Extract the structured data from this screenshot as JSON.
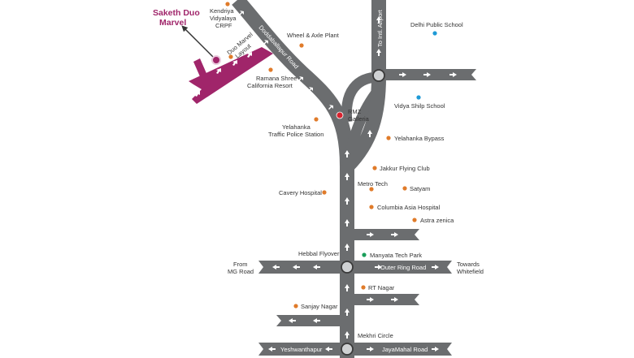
{
  "project": {
    "name_line1": "Saketh Duo",
    "name_line2": "Marvel",
    "layout_label_line1": "Duo Marvel",
    "layout_label_line2": "Layout"
  },
  "roads": {
    "doddaballapur": "Doddaballapur Road",
    "intl_airport": "To Intl. Airport",
    "outer_ring": "Outer Ring Road",
    "yeshwanthapur": "Yeshwanthapur",
    "jayamahal": "JayaMahal Road"
  },
  "junctions": {
    "hebbal": "Hebbal Flyover",
    "mekhri": "Mekhri Circle"
  },
  "directions": {
    "from_mg_line1": "From",
    "from_mg_line2": "MG Road",
    "towards_line1": "Towards",
    "towards_line2": "Whitefield"
  },
  "places": {
    "kendriya_1": "Kendriya",
    "kendriya_2": "Vidyalaya",
    "kendriya_3": "CRPF",
    "wheel_axle": "Wheel & Axle Plant",
    "delhi_public": "Delhi Public School",
    "ramana_1": "Ramana Shree",
    "ramana_2": "California Resort",
    "vidya_shilp": "Vidya Shilp School",
    "rmz_1": "RMZ",
    "rmz_2": "Galleria",
    "traffic_1": "Yelahanka",
    "traffic_2": "Traffic Police Station",
    "yelahanka_bypass": "Yelahanka Bypass",
    "jakkur": "Jakkur Flying Club",
    "metro_tech": "Metro Tech",
    "satyam": "Satyam",
    "cavery": "Cavery Hospital",
    "columbia": "Columbia Asia Hospital",
    "astra": "Astra zenica",
    "manyata": "Manyata Tech Park",
    "rt_nagar": "RT Nagar",
    "sanjay_nagar": "Sanjay Nagar"
  },
  "colors": {
    "road": "#6b6d6f",
    "project_road": "#a0256a",
    "landmark_orange": "#e07b2a",
    "landmark_blue": "#1e9ad6",
    "landmark_green": "#1a9e5a",
    "project_red": "#d7232f",
    "text": "#333333"
  },
  "icons": {
    "landmark": "circle-dot",
    "junction": "ring-circle",
    "direction": "white-arrow"
  }
}
